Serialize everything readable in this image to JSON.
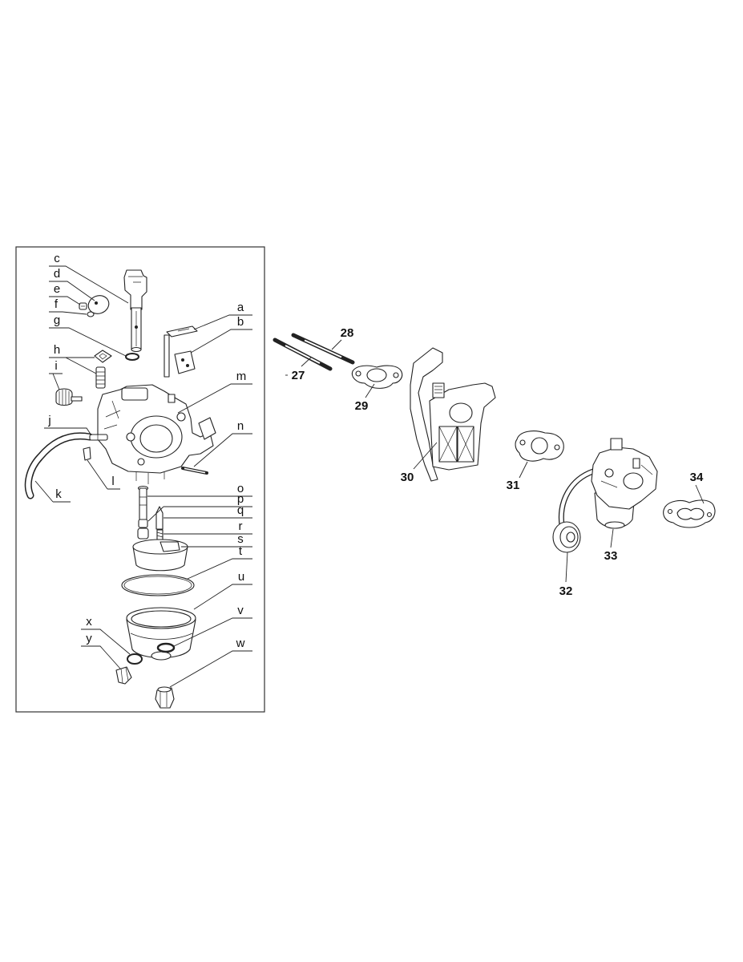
{
  "exploded_view": {
    "a": "a",
    "b": "b",
    "c": "c",
    "d": "d",
    "e": "e",
    "f": "f",
    "g": "g",
    "h": "h",
    "i": "i",
    "j": "j",
    "k": "k",
    "l": "l",
    "m": "m",
    "n": "n",
    "o": "o",
    "p": "p",
    "q": "q",
    "r": "r",
    "s": "s",
    "t": "t",
    "u": "u",
    "v": "v",
    "w": "w",
    "x": "x",
    "y": "y"
  },
  "assembly": {
    "27": "27",
    "28": "28",
    "29": "29",
    "30": "30",
    "31": "31",
    "32": "32",
    "33": "33",
    "34": "34"
  }
}
